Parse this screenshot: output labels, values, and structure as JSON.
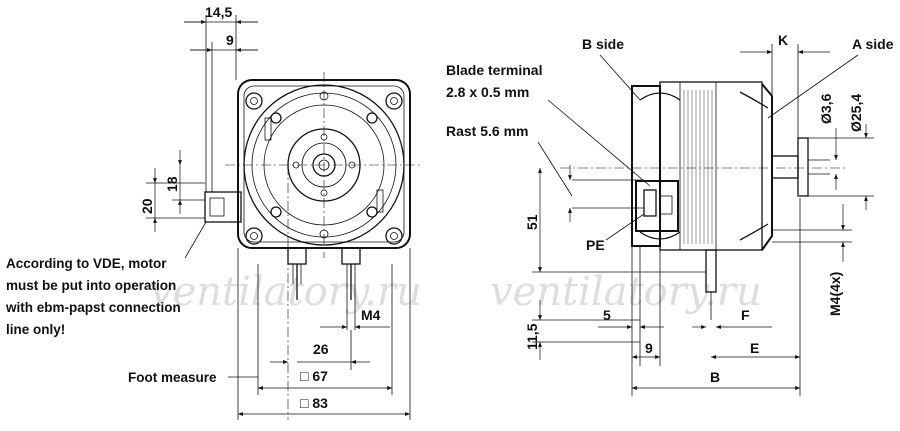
{
  "watermark": "ventilatory.ru",
  "left_view": {
    "dim_14_5": "14,5",
    "dim_9": "9",
    "dim_18": "18",
    "dim_20": "20",
    "dim_m4": "M4",
    "dim_26": "26",
    "dim_67": "□ 67",
    "dim_83": "□ 83",
    "note_lines": [
      "According to VDE, motor",
      "must be put into operation",
      "with ebm-papst connection",
      "line only!"
    ],
    "foot_measure": "Foot measure"
  },
  "right_view": {
    "b_side": "B side",
    "a_side": "A side",
    "k": "K",
    "blade_terminal_1": "Blade terminal",
    "blade_terminal_2": "2.8 x 0.5 mm",
    "rast": "Rast 5.6 mm",
    "pe": "PE",
    "dim_3_6": "Ø3,6",
    "dim_25_4": "Ø25,4",
    "dim_51": "51",
    "dim_11_5": "11,5",
    "dim_m4_4x": "M4(4x)",
    "dim_5": "5",
    "dim_9": "9",
    "dim_f": "F",
    "dim_e": "E",
    "dim_b": "B"
  }
}
